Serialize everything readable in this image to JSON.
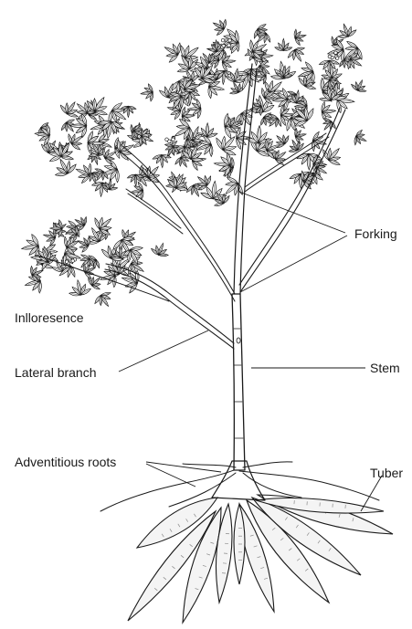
{
  "labels": {
    "forking": "Forking",
    "inflorescence": "Inlloresence",
    "lateral_branch": "Lateral branch",
    "stem": "Stem",
    "adventitious_roots": "Adventitious roots",
    "tuber": "Tuber"
  },
  "colors": {
    "ink": "#1a1a1a",
    "leaf_fill": "#ffffff",
    "tuber_fill": "#f4f4f4",
    "shade": "#8a8a8a",
    "background": "#ffffff"
  }
}
